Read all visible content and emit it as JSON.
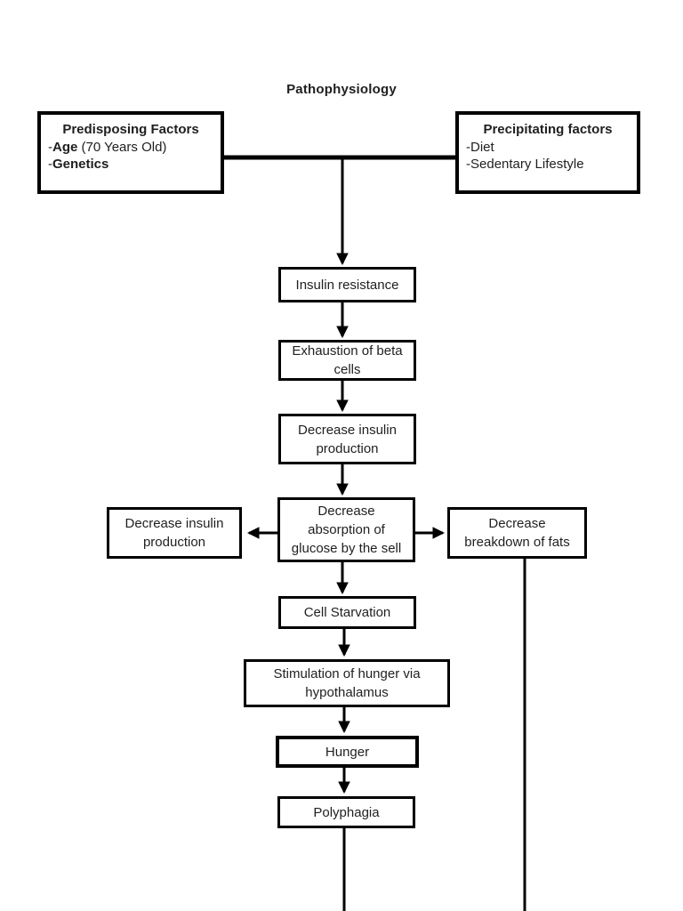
{
  "title": "Pathophysiology",
  "colors": {
    "line": "#000000",
    "box_border": "#000000",
    "text": "#1f1f1f",
    "background": "#ffffff"
  },
  "factor_boxes": {
    "predisposing": {
      "heading": "Predisposing Factors",
      "items": [
        {
          "prefix": "-",
          "bold": "Age",
          "rest": " (70 Years Old)"
        },
        {
          "prefix": "-",
          "bold": "Genetics",
          "rest": ""
        }
      ]
    },
    "precipitating": {
      "heading": "Precipitating factors",
      "items": [
        {
          "prefix": "-",
          "bold": "",
          "rest": "Diet"
        },
        {
          "prefix": "-",
          "bold": "",
          "rest": "Sedentary Lifestyle"
        }
      ]
    }
  },
  "flow_nodes": {
    "insulin_resistance": "Insulin resistance",
    "beta_cell_exhaustion": "Exhaustion of beta cells",
    "decrease_insulin_production": "Decrease insulin production",
    "decrease_glucose_absorption": "Decrease absorption of glucose by the sell",
    "decrease_insulin_production_side": "Decrease insulin production",
    "decrease_fat_breakdown": "Decrease breakdown of fats",
    "cell_starvation": "Cell Starvation",
    "hunger_stimulation": "Stimulation of hunger via hypothalamus",
    "hunger": "Hunger",
    "polyphagia": "Polyphagia"
  }
}
